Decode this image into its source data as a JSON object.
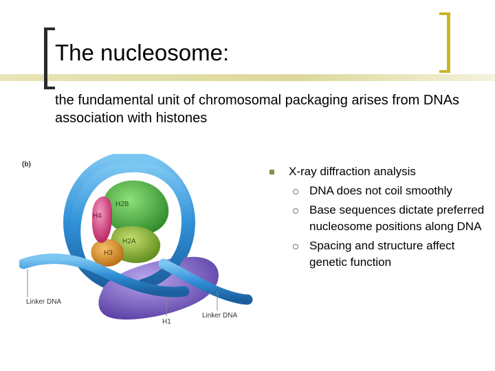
{
  "title": "The nucleosome:",
  "subtitle": "the fundamental unit of chromosomal packaging arises from DNAs association with histones",
  "figure": {
    "panel_label": "(b)",
    "labels": {
      "h2b": "H2B",
      "h4": "H4",
      "h2a": "H2A",
      "h3": "H3",
      "linker_left": "Linker DNA",
      "linker_right": "Linker DNA",
      "h1": "H1"
    }
  },
  "bullets": {
    "main": "X-ray diffraction analysis",
    "subs": [
      "DNA does not coil smoothly",
      "Base sequences dictate preferred nucleosome positions along DNA",
      "Spacing and structure affect genetic function"
    ]
  },
  "colors": {
    "bracket": "#2b2b2b",
    "gold": "#c9b52a",
    "dna": "#2f8fd6",
    "h2b": "#4fb84a",
    "h4": "#e0458a",
    "h2a": "#8ab832",
    "h3": "#e0962a",
    "h1": "#7a5cc4"
  }
}
